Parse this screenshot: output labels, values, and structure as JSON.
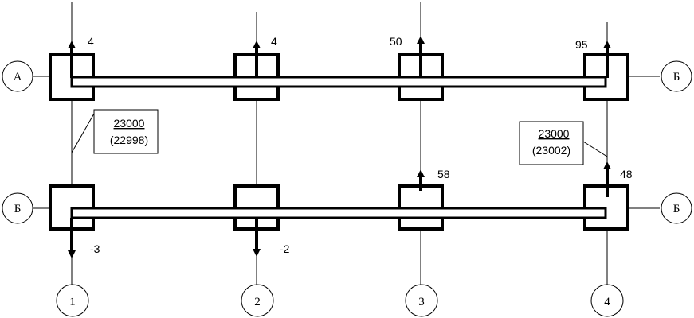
{
  "row_axes": {
    "top": {
      "left": "А",
      "right": "Б"
    },
    "bottom": {
      "left": "Б",
      "right": "Б"
    }
  },
  "column_axes": [
    "1",
    "2",
    "3",
    "4"
  ],
  "deviations": {
    "top": [
      "4",
      "4",
      "50",
      "95"
    ],
    "bottom": [
      "-3",
      "-2",
      "58",
      "48"
    ]
  },
  "dimension_boxes": [
    {
      "design": "23000",
      "actual": "(22998)"
    },
    {
      "design": "23000",
      "actual": "(23002)"
    }
  ]
}
